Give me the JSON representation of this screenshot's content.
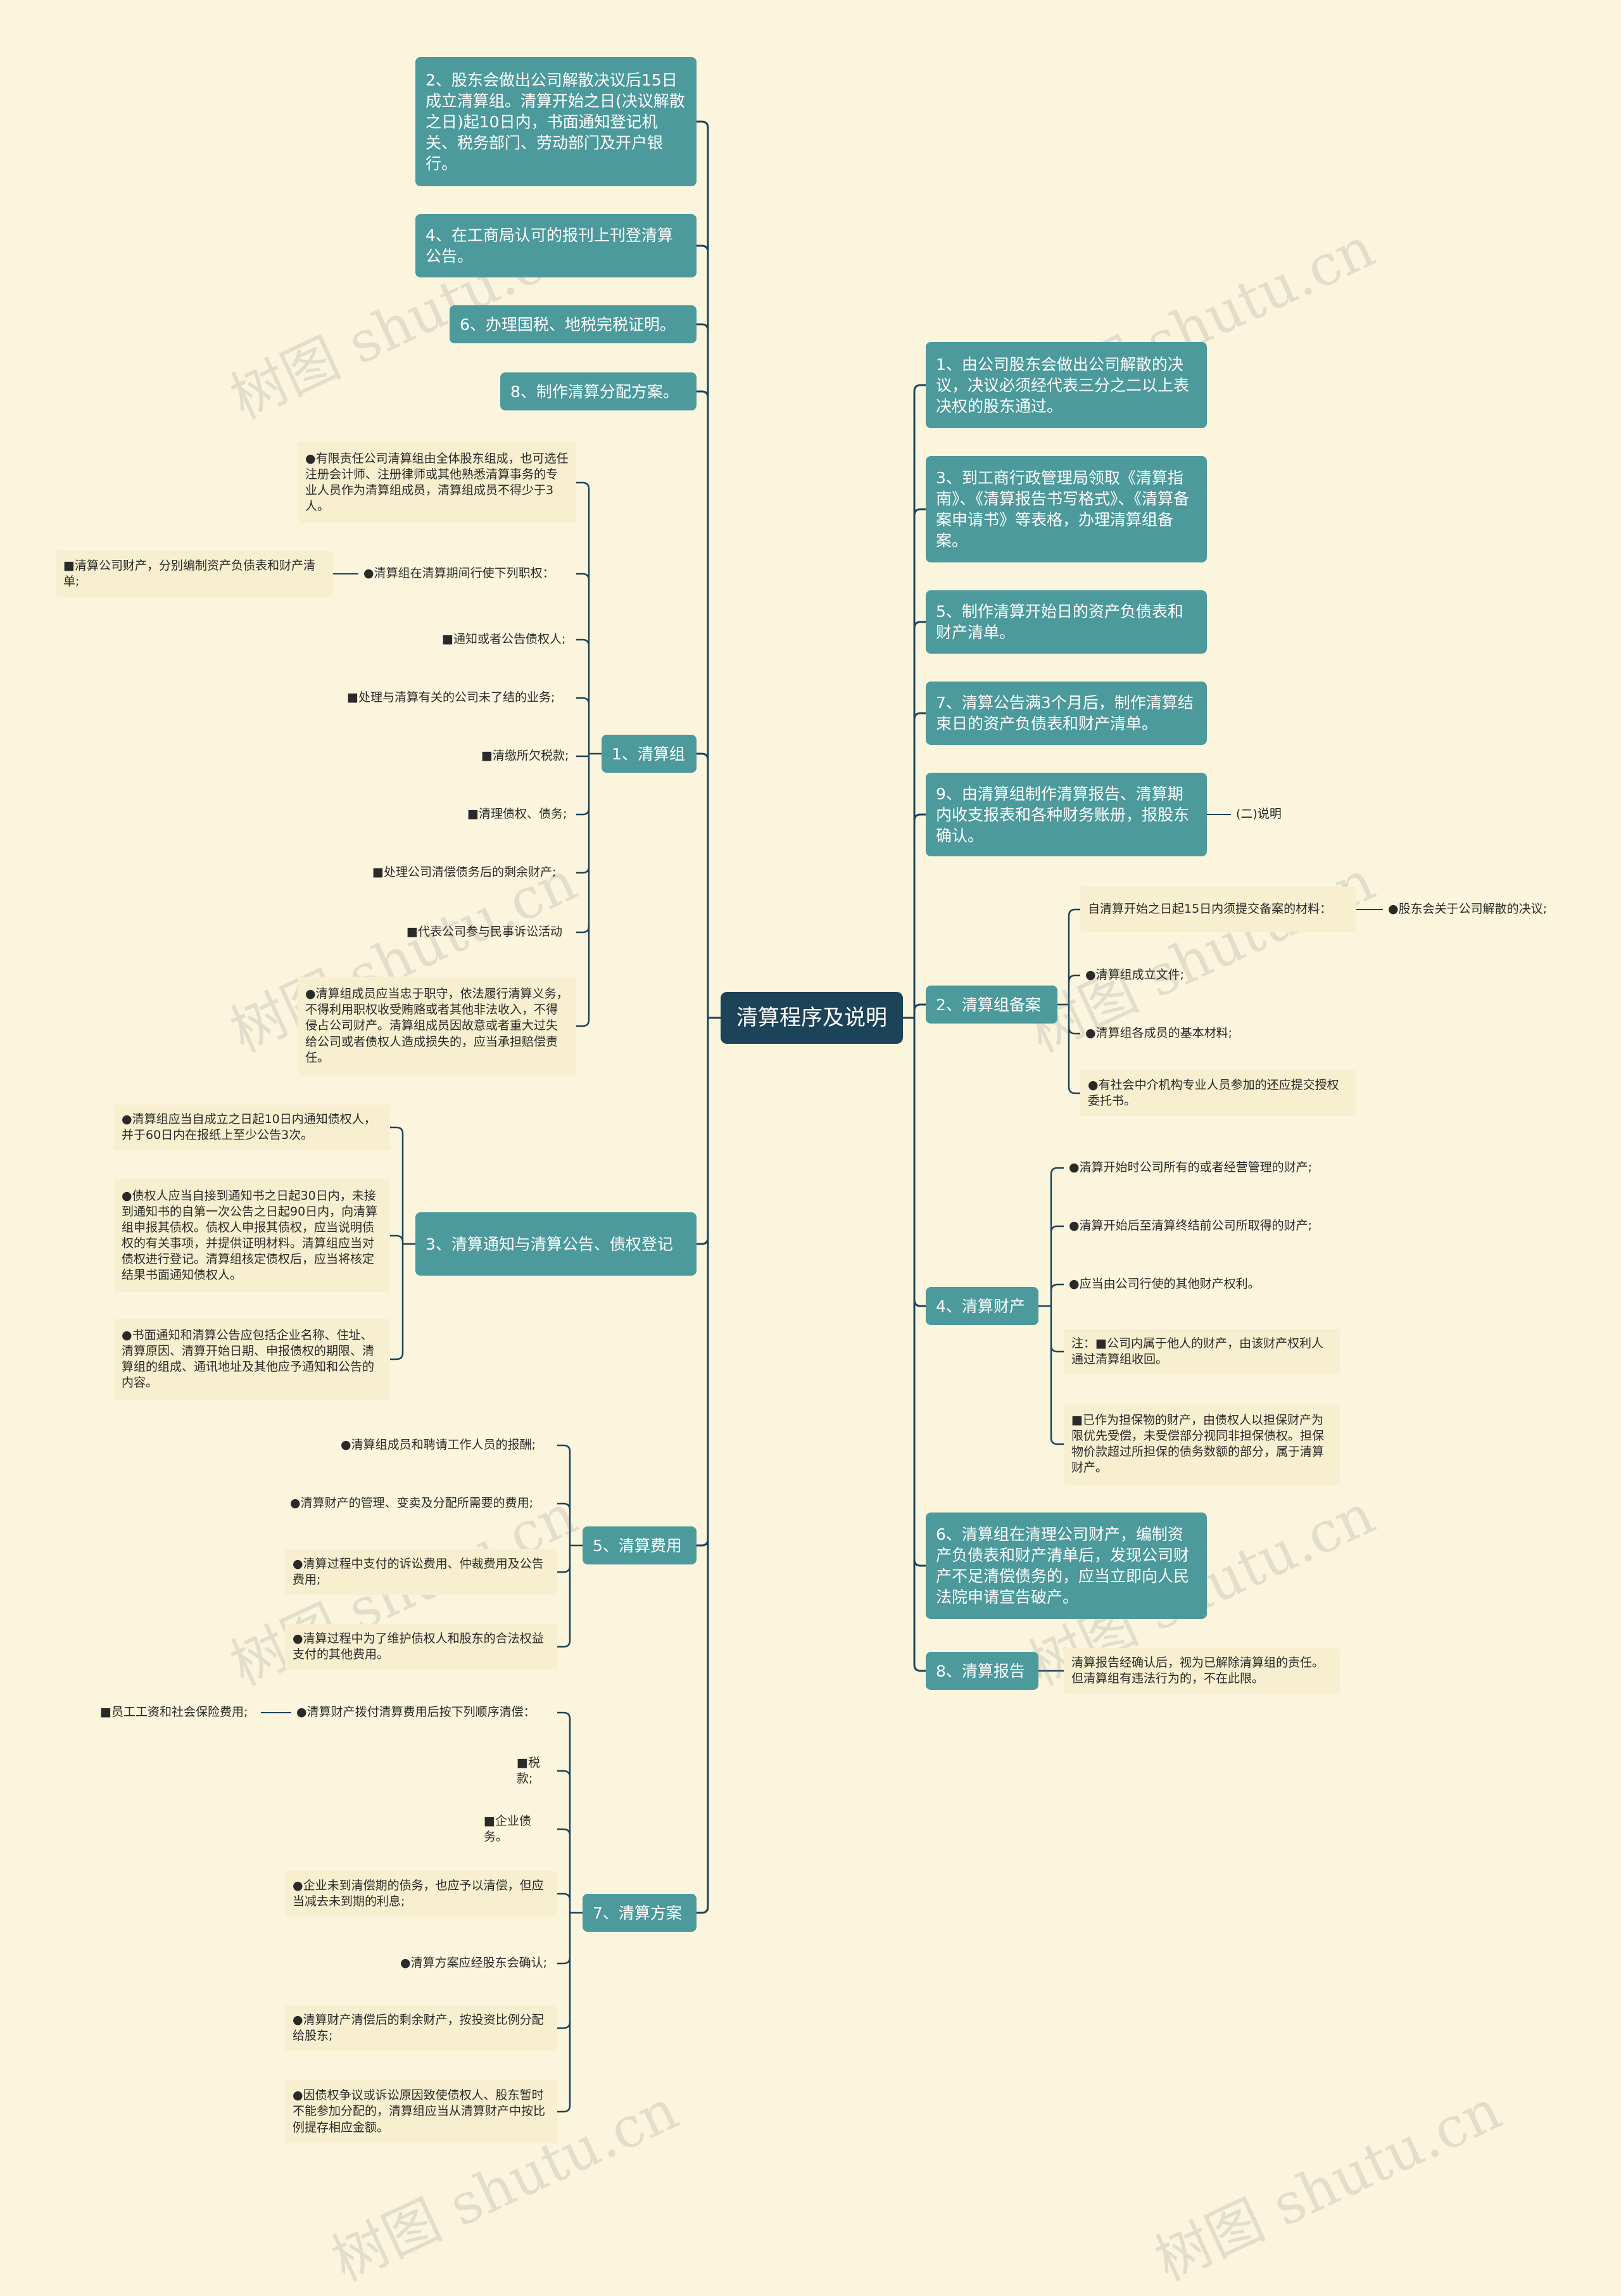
{
  "root": {
    "text": "清算程序及说明"
  },
  "left_top": [
    {
      "text": "2、股东会做出公司解散决议后15日成立清算组。清算开始之日(决议解散之日)起10日内，书面通知登记机关、税务部门、劳动部门及开户银行。"
    },
    {
      "text": "4、在工商局认可的报刊上刊登清算公告。"
    },
    {
      "text": "6、办理国税、地税完税证明。"
    },
    {
      "text": "8、制作清算分配方案。"
    }
  ],
  "group1": {
    "label": "1、清算组",
    "items": [
      {
        "text": "●有限责任公司清算组由全体股东组成，也可选任注册会计师、注册律师或其他熟悉清算事务的专业人员作为清算组成员，清算组成员不得少于3人。"
      },
      {
        "text": "●清算组在清算期间行使下列职权："
      },
      {
        "text": "■通知或者公告债权人;"
      },
      {
        "text": "■处理与清算有关的公司未了结的业务;"
      },
      {
        "text": "■清缴所欠税款;"
      },
      {
        "text": "■清理债权、债务;"
      },
      {
        "text": "■处理公司清偿债务后的剩余财产;"
      },
      {
        "text": "■代表公司参与民事诉讼活动"
      },
      {
        "text": "●清算组成员应当忠于职守，依法履行清算义务，不得利用职权收受贿赂或者其他非法收入，不得侵占公司财产。清算组成员因故意或者重大过失给公司或者债权人造成损失的，应当承担赔偿责任。"
      }
    ],
    "sub": {
      "text": "■清算公司财产，分别编制资产负债表和财产清单;"
    }
  },
  "group3": {
    "label": "3、清算通知与清算公告、债权登记",
    "items": [
      {
        "text": "●清算组应当自成立之日起10日内通知债权人，并于60日内在报纸上至少公告3次。"
      },
      {
        "text": "●债权人应当自接到通知书之日起30日内，未接到通知书的自第一次公告之日起90日内，向清算组申报其债权。债权人申报其债权，应当说明债权的有关事项，并提供证明材料。清算组应当对债权进行登记。清算组核定债权后，应当将核定结果书面通知债权人。"
      },
      {
        "text": "●书面通知和清算公告应包括企业名称、住址、清算原因、清算开始日期、申报债权的期限、清算组的组成、通讯地址及其他应予通知和公告的内容。"
      }
    ]
  },
  "group5": {
    "label": "5、清算费用",
    "items": [
      {
        "text": "●清算组成员和聘请工作人员的报酬;"
      },
      {
        "text": "●清算财产的管理、变卖及分配所需要的费用;"
      },
      {
        "text": "●清算过程中支付的诉讼费用、仲裁费用及公告费用;"
      },
      {
        "text": "●清算过程中为了维护债权人和股东的合法权益支付的其他费用。"
      }
    ]
  },
  "group7": {
    "label": "7、清算方案",
    "items": [
      {
        "text": "●清算财产拨付清算费用后按下列顺序清偿："
      },
      {
        "text": "■税款;"
      },
      {
        "text": "■企业债务。"
      },
      {
        "text": "●企业未到清偿期的债务，也应予以清偿，但应当减去未到期的利息;"
      },
      {
        "text": "●清算方案应经股东会确认;"
      },
      {
        "text": "●清算财产清偿后的剩余财产，按投资比例分配给股东;"
      },
      {
        "text": "●因债权争议或诉讼原因致使债权人、股东暂时不能参加分配的，清算组应当从清算财产中按比例提存相应金额。"
      }
    ],
    "sub": {
      "text": "■员工工资和社会保险费用;"
    }
  },
  "right_top": [
    {
      "text": "1、由公司股东会做出公司解散的决议，决议必须经代表三分之二以上表决权的股东通过。"
    },
    {
      "text": "3、到工商行政管理局领取《清算指南》、《清算报告书写格式》、《清算备案申请书》等表格，办理清算组备案。"
    },
    {
      "text": "5、制作清算开始日的资产负债表和财产清单。"
    },
    {
      "text": "7、清算公告满3个月后，制作清算结束日的资产负债表和财产清单。"
    },
    {
      "text": "9、由清算组制作清算报告、清算期内收支报表和各种财务账册，报股东确认。"
    }
  ],
  "note9": {
    "text": "(二)说明"
  },
  "group2": {
    "label": "2、清算组备案",
    "items": [
      {
        "text": "自清算开始之日起15日内须提交备案的材料："
      },
      {
        "text": "●清算组成立文件;"
      },
      {
        "text": "●清算组各成员的基本材料;"
      },
      {
        "text": "●有社会中介机构专业人员参加的还应提交授权委托书。"
      }
    ],
    "sub": {
      "text": "●股东会关于公司解散的决议;"
    }
  },
  "group4": {
    "label": "4、清算财产",
    "items": [
      {
        "text": "●清算开始时公司所有的或者经营管理的财产;"
      },
      {
        "text": "●清算开始后至清算终结前公司所取得的财产;"
      },
      {
        "text": "●应当由公司行使的其他财产权利。"
      },
      {
        "text": "注：■公司内属于他人的财产，由该财产权利人通过清算组收回。"
      },
      {
        "text": "■已作为担保物的财产，由债权人以担保财产为限优先受偿，未受偿部分视同非担保债权。担保物价款超过所担保的债务数额的部分，属于清算财产。"
      }
    ]
  },
  "node6": {
    "text": "6、清算组在清理公司财产，编制资产负债表和财产清单后，发现公司财产不足清偿债务的，应当立即向人民法院申请宣告破产。"
  },
  "group8": {
    "label": "8、清算报告",
    "items": [
      {
        "text": "清算报告经确认后，视为已解除清算组的责任。但清算组有违法行为的，不在此限。"
      }
    ]
  },
  "watermark": {
    "text": "树图 shutu.cn"
  },
  "colors": {
    "background": "#fbf5dd",
    "root": "#1d4358",
    "branch": "#4c9a9c",
    "leaf": "#f7efcf",
    "line": "#1d4358"
  }
}
